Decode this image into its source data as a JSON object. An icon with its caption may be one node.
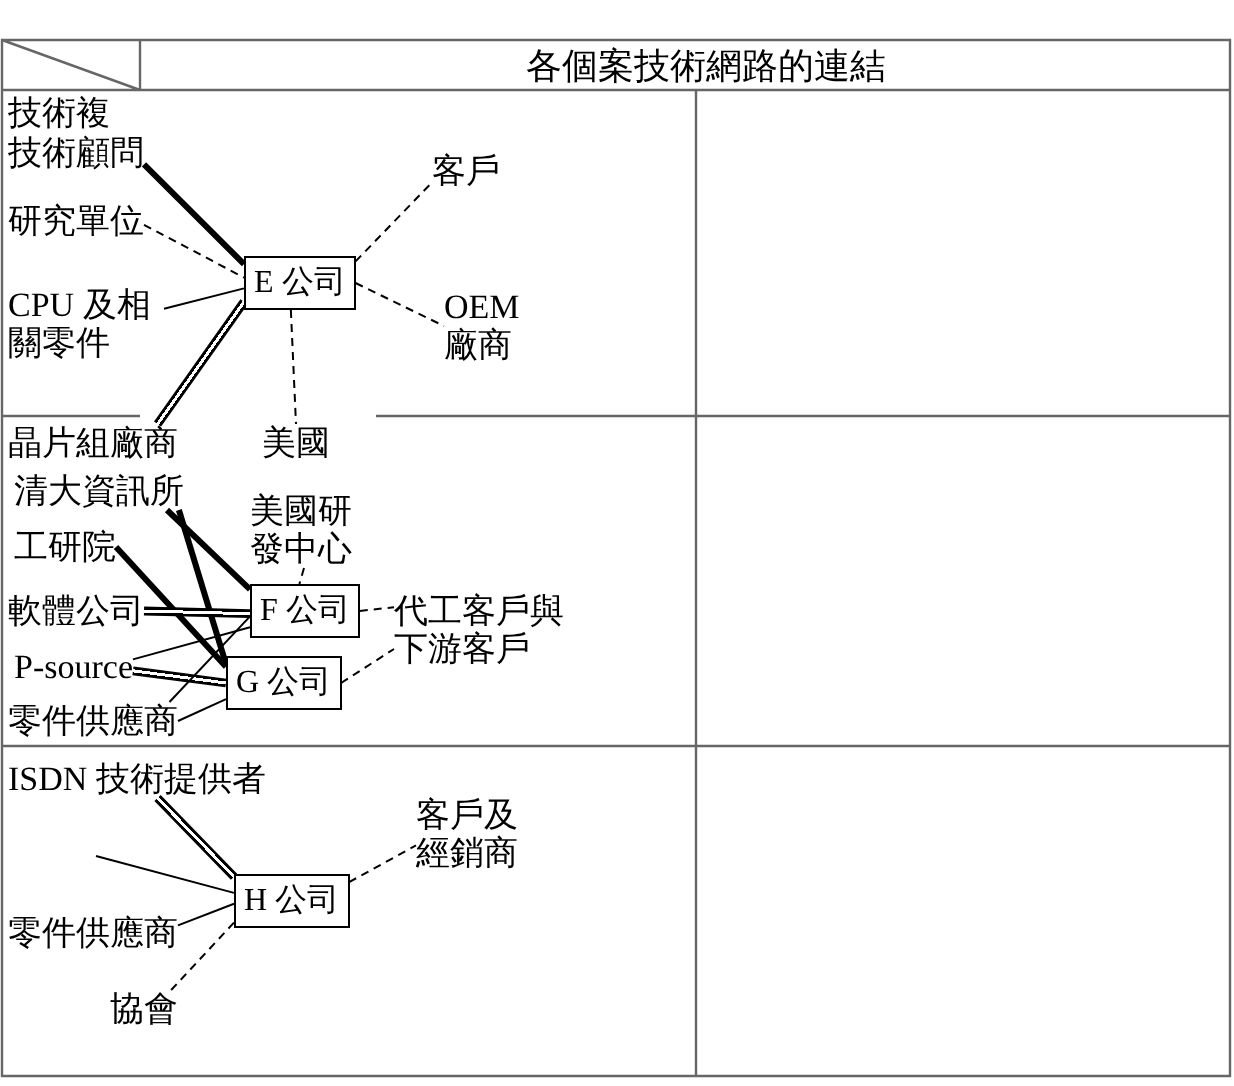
{
  "diagram": {
    "nodes": [
      {
        "text": [
          "技術顧問"
        ]
      },
      {
        "text": [
          "研究單位"
        ]
      },
      {
        "text": [
          "CPU 及相關零件"
        ]
      },
      {
        "text": [
          "E 公司"
        ]
      },
      {
        "text": [
          "客戶"
        ]
      },
      {
        "text": [
          "OEM 廠商"
        ]
      },
      {
        "text": [
          "晶片組廠商"
        ]
      },
      {
        "text": [
          "美國"
        ]
      },
      {
        "text": [
          "清大資訊所"
        ]
      },
      {
        "text": [
          "美國研發中心"
        ]
      },
      {
        "text": [
          "工研院"
        ]
      },
      {
        "text": [
          "軟體公司"
        ]
      },
      {
        "text": [
          "F 公司"
        ]
      },
      {
        "text": [
          "P-source"
        ]
      },
      {
        "text": [
          "G 公司"
        ]
      },
      {
        "text": [
          "代工客戶與下游客戶"
        ]
      },
      {
        "text": [
          "零件供應商"
        ]
      },
      {
        "text": [
          "ISDN 技術提供者"
        ]
      },
      {
        "text": [
          "H 公司"
        ]
      },
      {
        "text": [
          "客戶及經銷商"
        ]
      },
      {
        "text": [
          "零件供應商"
        ]
      },
      {
        "text": [
          "協會"
        ]
      }
    ],
    "edges": [
      {
        "from": 0,
        "to": 3,
        "arrow": "none",
        "style": "thick"
      },
      {
        "from": 1,
        "to": 3,
        "arrow": "none",
        "style": "dashed"
      },
      {
        "from": 2,
        "to": 3,
        "arrow": "none"
      },
      {
        "from": 6,
        "to": 3,
        "arrow": "none",
        "style": "thick"
      },
      {
        "from": 3,
        "to": 4,
        "arrow": "none",
        "style": "dashed"
      },
      {
        "from": 3,
        "to": 5,
        "arrow": "none",
        "style": "dashed"
      },
      {
        "from": 3,
        "to": 7,
        "arrow": "none",
        "style": "dashed"
      },
      {
        "from": 8,
        "to": 12,
        "arrow": "none",
        "style": "thick"
      },
      {
        "from": 8,
        "to": 14,
        "arrow": "none",
        "style": "thick"
      },
      {
        "from": 9,
        "to": 12,
        "arrow": "none",
        "style": "dashed"
      },
      {
        "from": 10,
        "to": 14,
        "arrow": "none",
        "style": "thick"
      },
      {
        "from": 11,
        "to": 12,
        "arrow": "none",
        "style": "thick"
      },
      {
        "from": 13,
        "to": 12,
        "arrow": "none"
      },
      {
        "from": 13,
        "to": 14,
        "arrow": "none",
        "style": "thick"
      },
      {
        "from": 16,
        "to": 12,
        "arrow": "none"
      },
      {
        "from": 16,
        "to": 14,
        "arrow": "none"
      },
      {
        "from": 12,
        "to": 15,
        "arrow": "none",
        "style": "dashed"
      },
      {
        "from": 14,
        "to": 15,
        "arrow": "none",
        "style": "dashed"
      },
      {
        "from": 17,
        "to": 18,
        "arrow": "none",
        "style": "thick"
      },
      {
        "from": null,
        "to": 18,
        "arrow": "none"
      },
      {
        "from": 20,
        "to": 18,
        "arrow": "none"
      },
      {
        "from": 21,
        "to": 18,
        "arrow": "none",
        "style": "dashed"
      },
      {
        "from": 18,
        "to": 19,
        "arrow": "none",
        "style": "dashed"
      }
    ],
    "labels": [
      "各個案技術網路的連結",
      "技術複"
    ]
  }
}
